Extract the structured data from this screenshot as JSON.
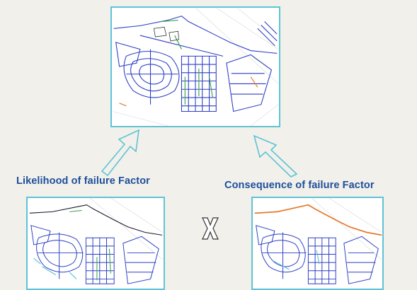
{
  "labels": {
    "likelihood": "Likelihood of failure Factor",
    "consequence": "Consequence of failure Factor"
  },
  "operator": "X",
  "colors": {
    "background": "#f2f0ea",
    "frame_border": "#5ec3d6",
    "label_text": "#1d4f9c",
    "pipe_primary": "#2b3fc4",
    "pipe_green": "#3aa84a",
    "pipe_orange": "#e8782a",
    "pipe_dark": "#1a1a2a",
    "arrow_stroke": "#5ec3d6"
  },
  "icons": {
    "arrow_left": "hollow-arrow-up-right",
    "arrow_right": "hollow-arrow-up-left",
    "multiply": "outlined-x-sign"
  }
}
